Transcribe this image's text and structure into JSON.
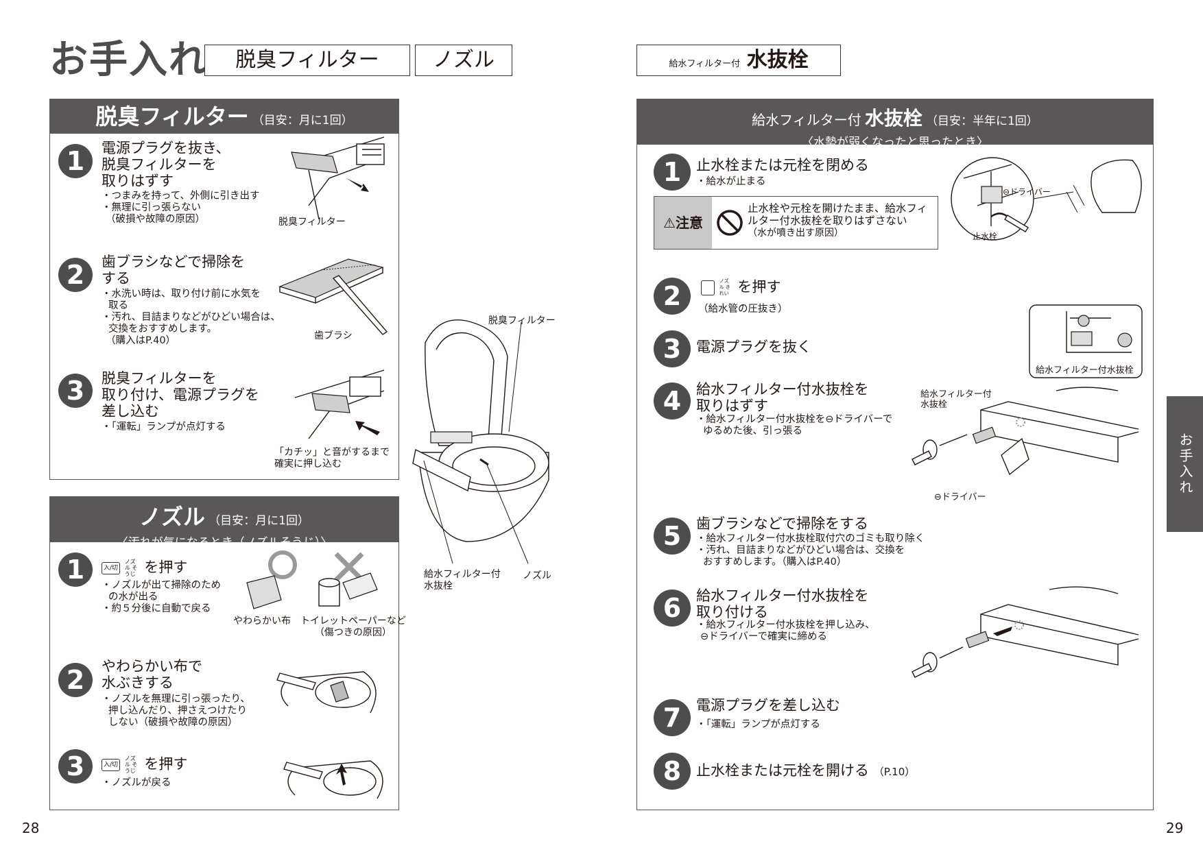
{
  "header": {
    "main_title": "お手入れ",
    "tab_deodorize": "脱臭フィルター",
    "tab_nozzle": "ノズル",
    "tab_valve_prefix": "給水フィルター付",
    "tab_valve_main": "水抜栓"
  },
  "deodorize": {
    "title": "脱臭フィルター",
    "freq": "（目安：月に1回）",
    "steps": [
      {
        "num": "1",
        "title_lines": [
          "電源プラグを抜き、",
          "脱臭フィルターを",
          "取りはずす"
        ],
        "notes": [
          "・つまみを持って、外側に引き出す",
          "・無理に引っ張らない",
          "（破損や故障の原因）"
        ],
        "caption": "脱臭フィルター"
      },
      {
        "num": "2",
        "title_lines": [
          "歯ブラシなどで掃除を",
          "する"
        ],
        "notes": [
          "・水洗い時は、取り付け前に水気を",
          "取る",
          "・汚れ、目詰まりなどがひどい場合は、",
          "交換をおすすめします。",
          "（購入はP.40）"
        ],
        "caption": "歯ブラシ"
      },
      {
        "num": "3",
        "title_lines": [
          "脱臭フィルターを",
          "取り付け、電源プラグを",
          "差し込む"
        ],
        "notes": [
          "・「運転」ランプが点灯する"
        ],
        "caption_lines": [
          "「カチッ」と音がするまで",
          "確実に押し込む"
        ]
      }
    ]
  },
  "nozzle": {
    "title": "ノズル",
    "freq": "（目安：月に1回）",
    "sub": "〈汚れが気になるとき（ノズルそうじ）〉",
    "steps": [
      {
        "num": "1",
        "key": "入/切",
        "key_small": "ノズル そうじ",
        "title": "を押す",
        "notes": [
          "・ノズルが出て掃除のため",
          "の水が出る",
          "・約５分後に自動で戻る"
        ],
        "caption_ok": "やわらかい布",
        "caption_ng_lines": [
          "トイレットペーパーなど",
          "（傷つきの原因）"
        ]
      },
      {
        "num": "2",
        "title_lines": [
          "やわらかい布で",
          "水ぶきする"
        ],
        "notes": [
          "・ノズルを無理に引っ張ったり、",
          "押し込んだり、押さえつけたり",
          "しない（破損や故障の原因）"
        ]
      },
      {
        "num": "3",
        "key": "入/切",
        "key_small": "ノズル そうじ",
        "title": "を押す",
        "notes": [
          "・ノズルが戻る"
        ]
      }
    ]
  },
  "center_labels": {
    "filter": "脱臭フィルター",
    "valve_lines": [
      "給水フィルター付",
      "水抜栓"
    ],
    "nozzle": "ノズル"
  },
  "valve": {
    "title_prefix": "給水フィルター付",
    "title_main": "水抜栓",
    "freq": "（目安：半年に1回）",
    "sub": "〈水勢が弱くなったと思ったとき〉",
    "caution_label": "⚠注意",
    "caution_lines": [
      "止水栓や元栓を開けたまま、給水フィ",
      "ルター付水抜栓を取りはずさない",
      "（水が噴き出す原因）"
    ],
    "step1": {
      "num": "1",
      "title": "止水栓または元栓を閉める",
      "note": "・給水が止まる",
      "caption_driver": "⊖ドライバー",
      "caption_stop": "止水栓"
    },
    "step2": {
      "num": "2",
      "key_small": "ノズル きれい",
      "title": "を押す",
      "note": "（給水管の圧抜き）"
    },
    "step3": {
      "num": "3",
      "title": "電源プラグを抜く",
      "caption": "給水フィルター付水抜栓"
    },
    "step4": {
      "num": "4",
      "title_lines": [
        "給水フィルター付水抜栓を",
        "取りはずす"
      ],
      "notes": [
        "・給水フィルター付水抜栓を⊖ドライバーで",
        "ゆるめた後、引っ張る"
      ],
      "caption_valve_lines": [
        "給水フィルター付",
        "水抜栓"
      ],
      "caption_driver": "⊖ドライバー"
    },
    "step5": {
      "num": "5",
      "title": "歯ブラシなどで掃除をする",
      "notes": [
        "・給水フィルター付水抜栓取付穴のゴミも取り除く",
        "・汚れ、目詰まりなどがひどい場合は、交換を",
        "おすすめします。（購入はP.40）"
      ]
    },
    "step6": {
      "num": "6",
      "title_lines": [
        "給水フィルター付水抜栓を",
        "取り付ける"
      ],
      "notes": [
        "・給水フィルター付水抜栓を押し込み、",
        "⊖ドライバーで確実に締める"
      ]
    },
    "step7": {
      "num": "7",
      "title": "電源プラグを差し込む",
      "note": "・「運転」ランプが点灯する"
    },
    "step8": {
      "num": "8",
      "title": "止水栓または元栓を開ける",
      "ref": "（P.10）"
    }
  },
  "side_tab": "お手入れ",
  "page_left": "28",
  "page_right": "29"
}
